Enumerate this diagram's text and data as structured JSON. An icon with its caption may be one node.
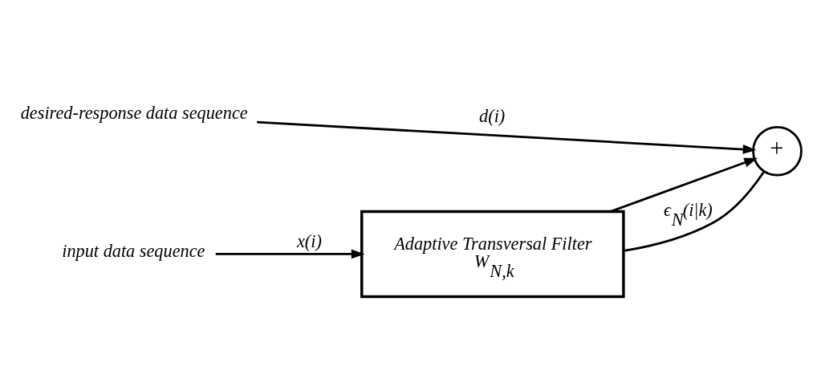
{
  "diagram": {
    "nodes": [
      {
        "text": [
          "desired-response data sequence"
        ]
      },
      {
        "text": [
          "input data sequence"
        ]
      },
      {
        "text": [
          "Adaptive Transversal Filter",
          "W$_{N,k}$"
        ]
      },
      {
        "text": [
          "+"
        ]
      }
    ],
    "edges": [
      {
        "from": 0,
        "to": 3,
        "arrow": "to",
        "label": "d(i)"
      },
      {
        "from": 1,
        "to": 2,
        "arrow": "to",
        "label": "x(i)"
      },
      {
        "from": 2,
        "to": 3,
        "arrow": "to"
      },
      {
        "from": 3,
        "to": 2,
        "arrow": "none",
        "label": "ϵ$_{N}$(i|k)"
      }
    ]
  }
}
